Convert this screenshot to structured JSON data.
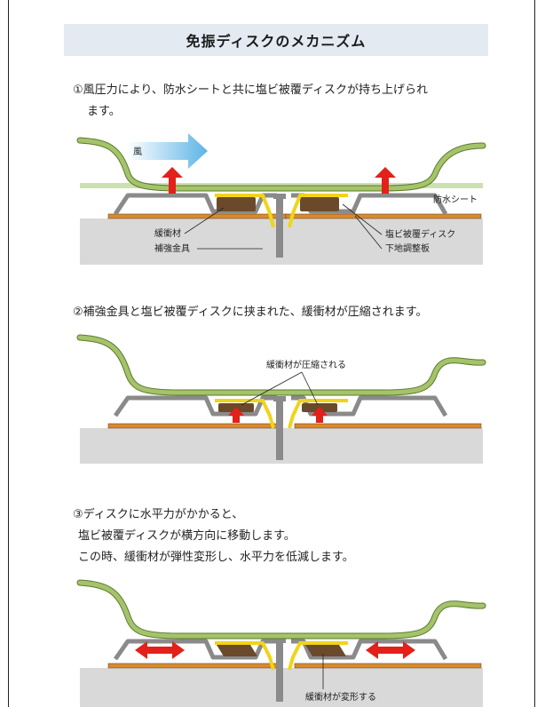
{
  "title": "免振ディスクのメカニズム",
  "step1": {
    "caption_lines": [
      "①風圧力により、防水シートと共に塩ビ被覆ディスクが持ち上げられ",
      "ます。"
    ],
    "labels": {
      "wind": "風",
      "waterproof_sheet": "防水シート",
      "cushion": "緩衝材",
      "reinforcement": "補強金具",
      "pvc_disk": "塩ビ被覆ディスク",
      "base_plate": "下地調整板"
    }
  },
  "step2": {
    "caption_lines": [
      "②補強金具と塩ビ被覆ディスクに挟まれた、緩衝材が圧縮されます。"
    ],
    "labels": {
      "compressed": "緩衝材が圧縮される"
    }
  },
  "step3": {
    "caption_lines": [
      "③ディスクに水平力がかかると、",
      "塩ビ被覆ディスクが横方向に移動します。",
      "この時、緩衝材が弾性変形し、水平力を低減します。"
    ],
    "labels": {
      "deformed": "緩衝材が変形する"
    }
  },
  "colors": {
    "title_bg": "#e3eaf1",
    "membrane": "#a5c36a",
    "disk_yellow": "#f0d41a",
    "cushion_brown": "#6b4a2c",
    "fastener_gray": "#8a8a8a",
    "base_plate": "#d98a2b",
    "arrow_red": "#e32019",
    "wind_blue": "#5db4e6"
  }
}
